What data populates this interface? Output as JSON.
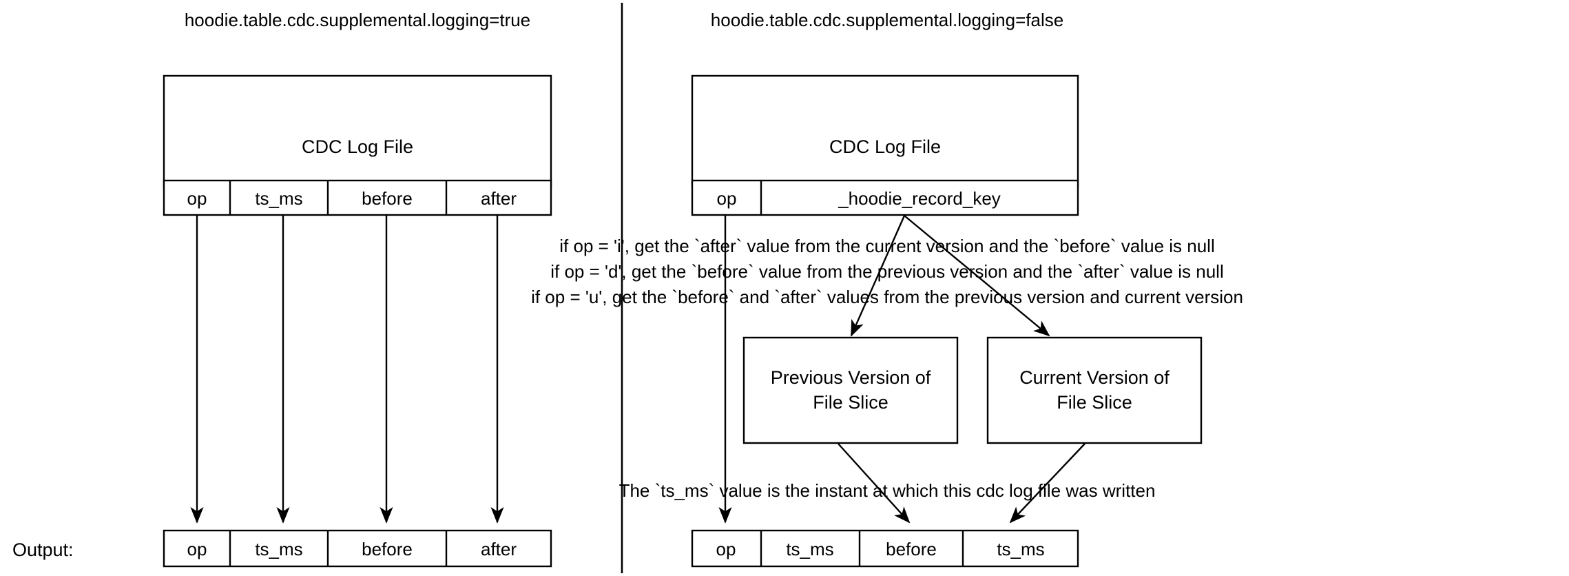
{
  "panels": {
    "left": {
      "title": "hoodie.table.cdc.supplemental.logging=true",
      "log_file": {
        "label": "CDC Log File",
        "columns": [
          "op",
          "ts_ms",
          "before",
          "after"
        ]
      },
      "output": {
        "label": "Output:",
        "columns": [
          "op",
          "ts_ms",
          "before",
          "after"
        ]
      }
    },
    "right": {
      "title": "hoodie.table.cdc.supplemental.logging=false",
      "log_file": {
        "label": "CDC Log File",
        "columns": [
          "op",
          "_hoodie_record_key"
        ]
      },
      "notes": [
        "if op = 'i', get the `after` value from the current version and the `before` value is null",
        "if op = 'd', get the `before` value from the previous version  and the `after` value is null",
        "if op = 'u', get the `before` and `after` values from the previous version and current version"
      ],
      "slices": [
        {
          "line1": "Previous Version of",
          "line2": "File Slice"
        },
        {
          "line1": "Current Version of",
          "line2": "File Slice"
        }
      ],
      "ts_note": "The `ts_ms` value is the instant at which this cdc log file was written",
      "output": {
        "columns": [
          "op",
          "ts_ms",
          "before",
          "ts_ms"
        ]
      }
    }
  },
  "colors": {
    "stroke": "#000000",
    "fill": "#ffffff",
    "text": "#000000"
  }
}
